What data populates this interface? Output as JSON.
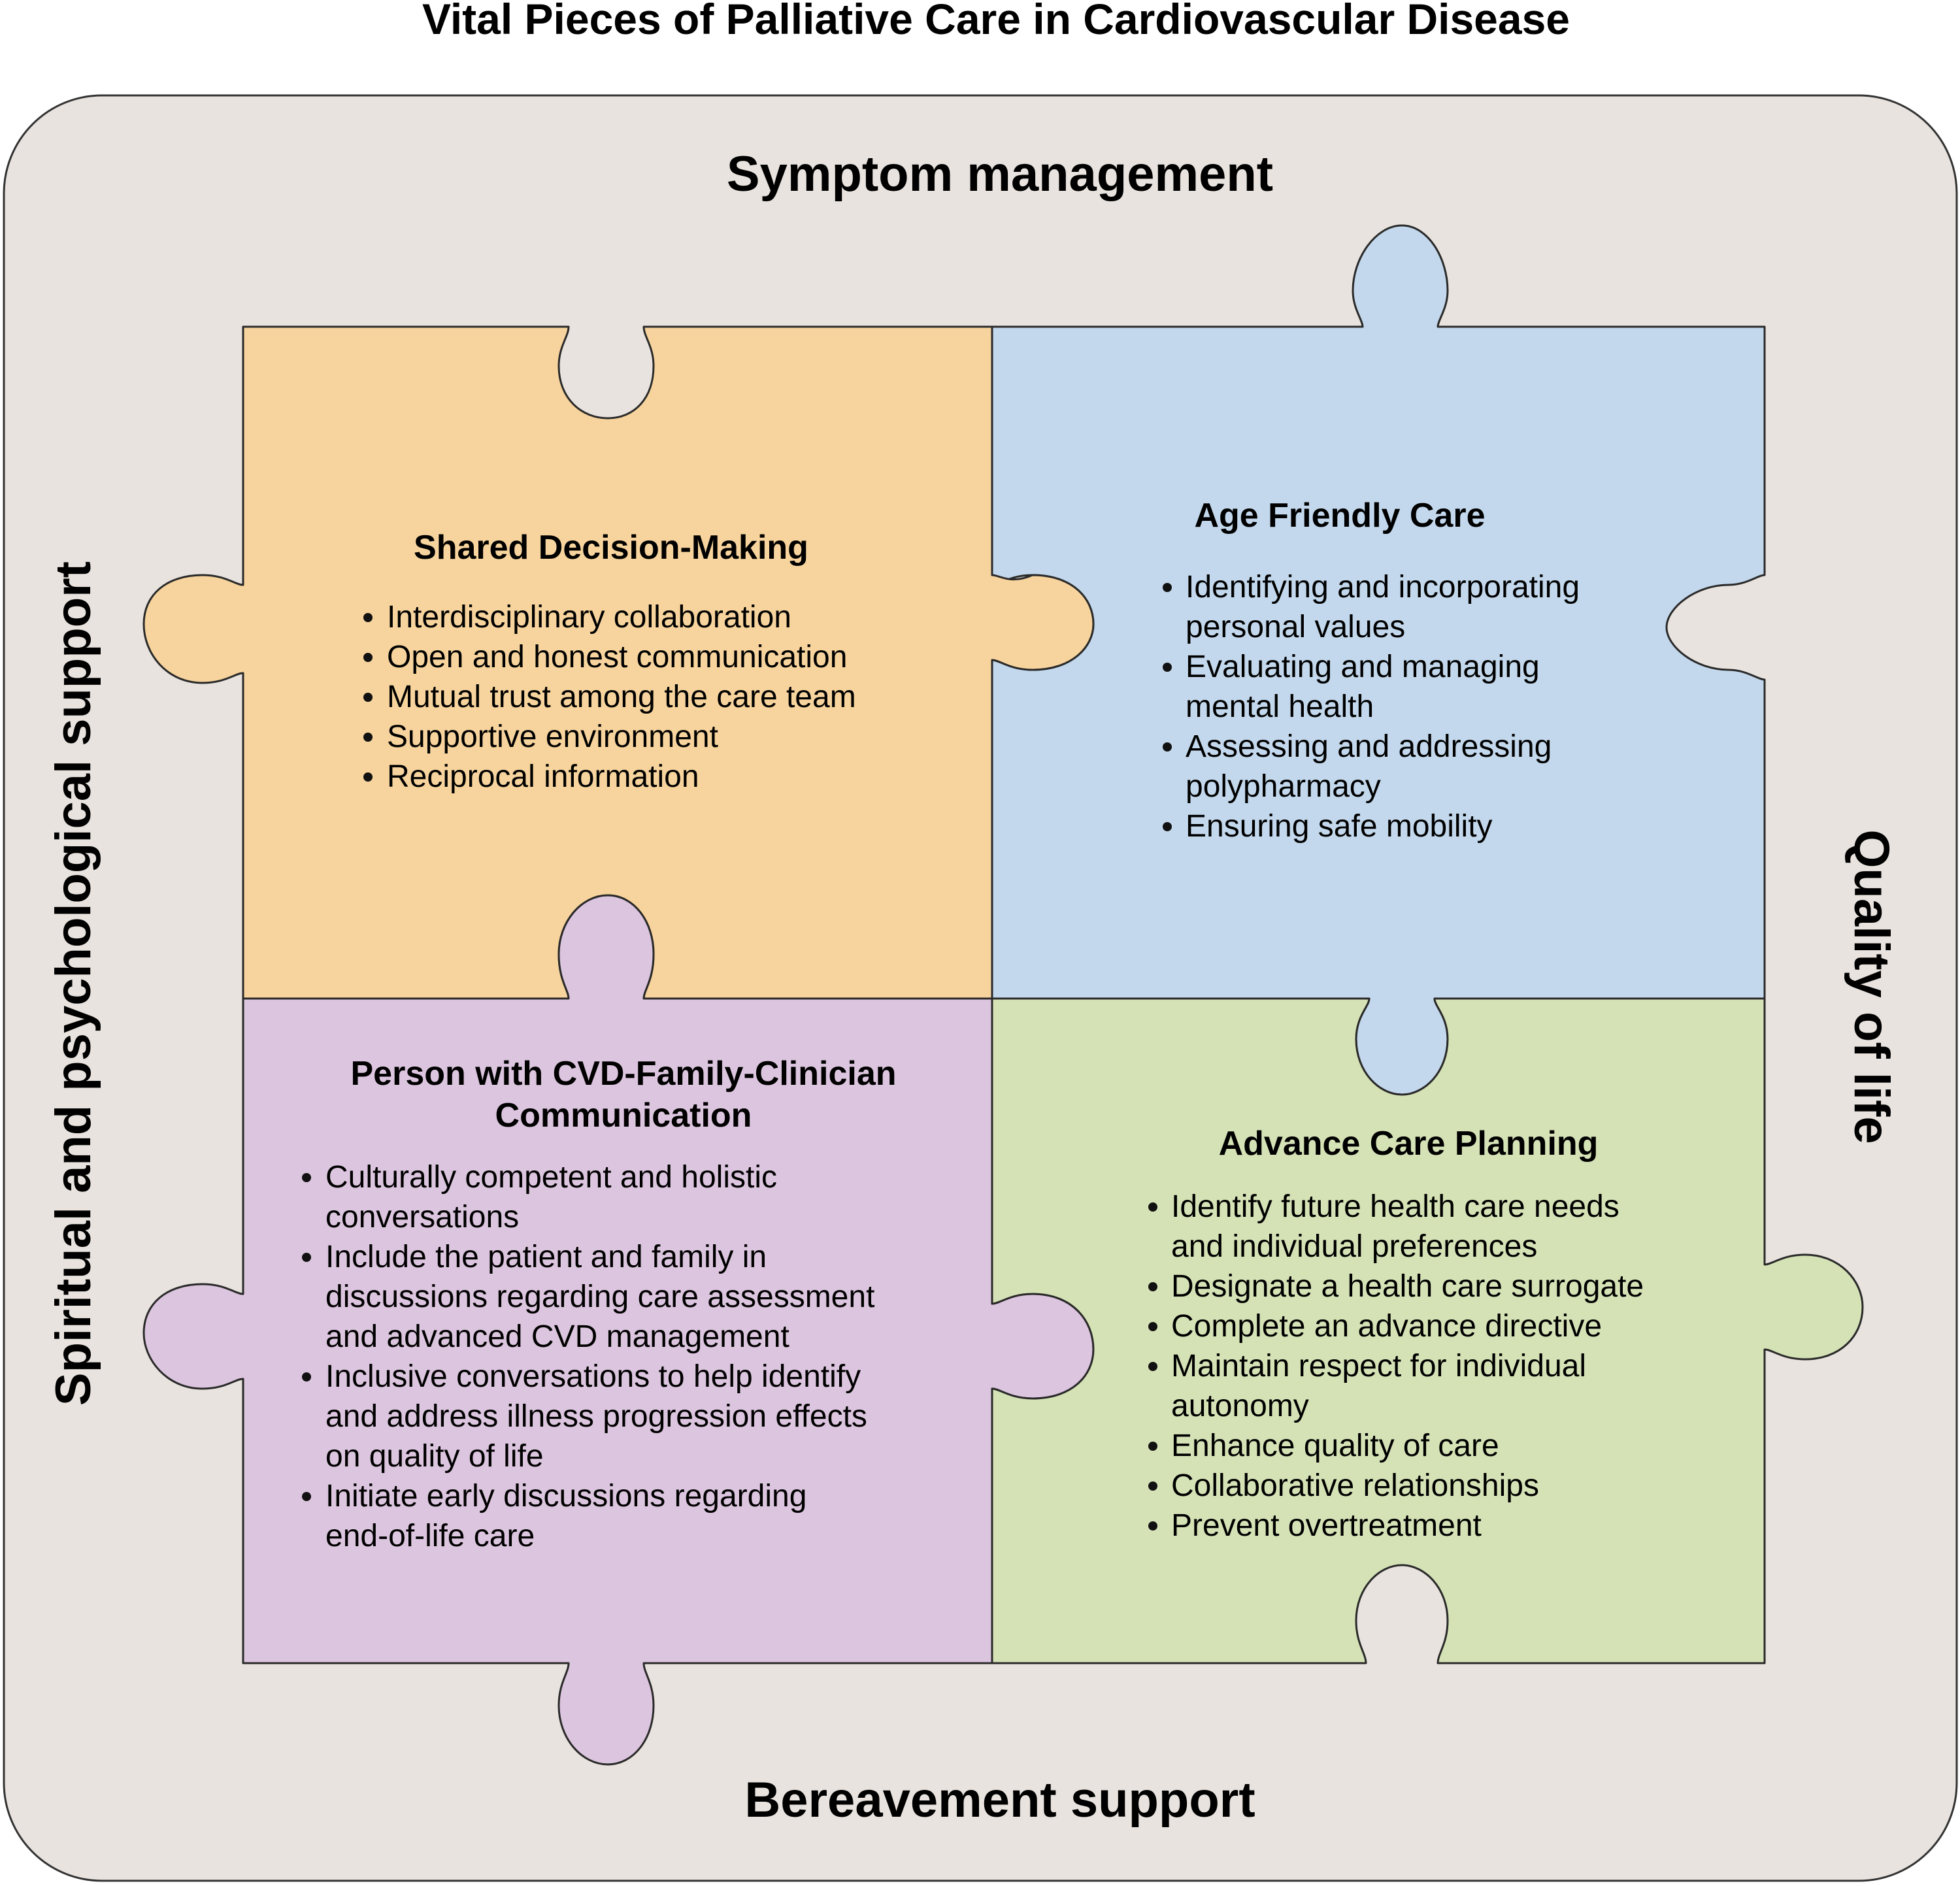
{
  "title": "Vital Pieces of Palliative Care in Cardiovascular Disease",
  "frame": {
    "top": "Symptom management",
    "bottom": "Bereavement support",
    "left": "Spiritual and psychological support",
    "right": "Quality of life"
  },
  "pieces": {
    "shared": {
      "title": "Shared Decision-Making",
      "bullets": [
        "Interdisciplinary collaboration",
        "Open and honest communication",
        "Mutual trust among the care team",
        "Supportive environment",
        "Reciprocal information"
      ]
    },
    "age": {
      "title": "Age Friendly Care",
      "bullets": [
        [
          "Identifying  and incorporating",
          "personal values"
        ],
        [
          "Evaluating and managing",
          "mental health"
        ],
        [
          "Assessing and addressing",
          "polypharmacy"
        ],
        [
          "Ensuring safe mobility"
        ]
      ]
    },
    "person": {
      "title": [
        "Person with CVD-Family-Clinician",
        "Communication"
      ],
      "bullets": [
        [
          "Culturally competent and holistic",
          "conversations"
        ],
        [
          "Include the patient and family in",
          "discussions regarding care assessment",
          "and advanced CVD management"
        ],
        [
          "Inclusive conversations to help identify",
          "and address illness progression effects",
          "on quality of life"
        ],
        [
          "Initiate early discussions regarding",
          "end-of-life care"
        ]
      ]
    },
    "advance": {
      "title": "Advance Care Planning",
      "bullets": [
        [
          "Identify future health care needs",
          "and individual preferences"
        ],
        [
          "Designate a health care surrogate"
        ],
        [
          "Complete an advance directive"
        ],
        [
          "Maintain respect for individual",
          "autonomy"
        ],
        [
          "Enhance quality of care"
        ],
        [
          "Collaborative relationships"
        ],
        [
          "Prevent overtreatment"
        ]
      ]
    }
  },
  "colors": {
    "frame_fill": "#e8e3de",
    "frame_stroke": "#333333",
    "shared_fill": "#f7d49d",
    "age_fill": "#c3d8ec",
    "person_fill": "#dcc5de",
    "advance_fill": "#d5e2b6",
    "piece_stroke": "#2a2a2a"
  }
}
